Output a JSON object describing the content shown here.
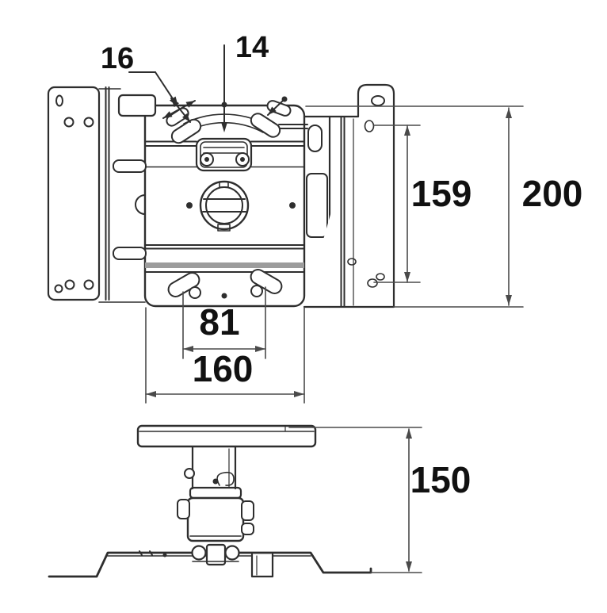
{
  "colors": {
    "line": "#2e2e2e",
    "dim": "#4a4a4a",
    "light": "#8c8c8c",
    "band": "#9c9c9c",
    "label": "#111111",
    "background": "#ffffff"
  },
  "dims": {
    "d16": "16",
    "d14": "14",
    "d159": "159",
    "d200": "200",
    "d81": "81",
    "d160": "160",
    "d150": "150"
  }
}
